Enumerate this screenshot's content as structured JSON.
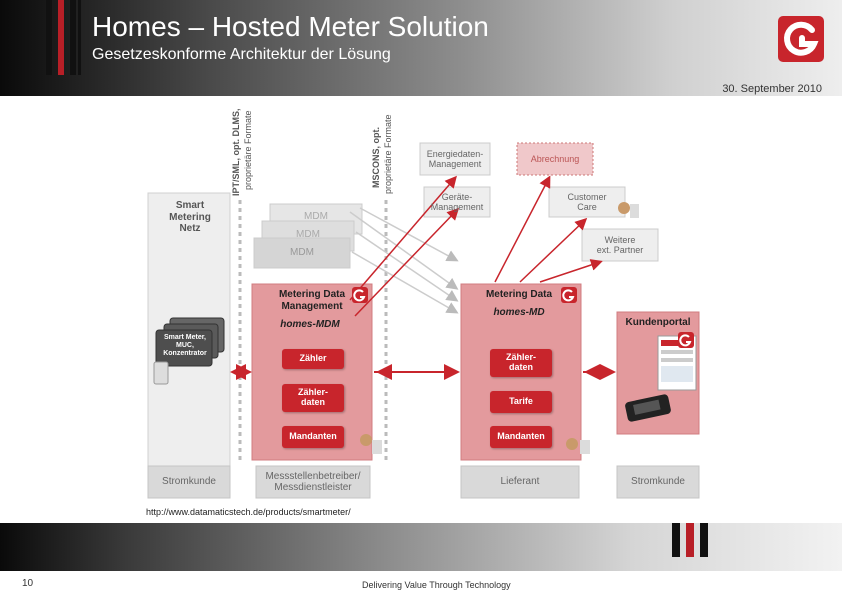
{
  "header": {
    "title": "Homes – Hosted Meter Solution",
    "subtitle": "Gesetzeskonforme Architektur der Lösung",
    "date": "30. September 2010"
  },
  "diagram": {
    "protocol_left": "IPT/SML, opt. DLMS,",
    "protocol_left_2": "proprietäre Formate",
    "protocol_right": "MSCONS, opt.",
    "protocol_right_2": "proprietäre Formate",
    "smart_metering_netz": "Smart\nMetering\nNetz",
    "smart_meter_device": "Smart Meter,\nMUC,\nKonzentrator",
    "mdm_labels": [
      "MDM",
      "MDM",
      "MDM"
    ],
    "mdm_box": {
      "title": "Metering Data\nManagement",
      "subtitle": "homes-MDM",
      "buttons": [
        "Zähler",
        "Zähler-\ndaten",
        "Mandanten"
      ]
    },
    "md_box": {
      "title": "Metering Data",
      "subtitle": "homes-MD",
      "buttons": [
        "Zähler-\ndaten",
        "Tarife",
        "Mandanten"
      ]
    },
    "kundenportal": "Kundenportal",
    "top_boxes": {
      "energiedaten": "Energiedaten-\nManagement",
      "abrechnung": "Abrechnung",
      "geraete": "Geräte-\nManagement",
      "customer_care": "Customer\nCare",
      "partner": "Weitere\next. Partner"
    },
    "bottom_labels": {
      "stromkunde_left": "Stromkunde",
      "messstellen": "Messstellenbetreiber/\nMessdienstleister",
      "lieferant": "Lieferant",
      "stromkunde_right": "Stromkunde"
    },
    "colors": {
      "red": "#c8252c",
      "pink": "#e39a9d",
      "gray_box": "#d9d9d9",
      "light_gray": "#eeeeee"
    }
  },
  "footer": {
    "url": "http://www.datamaticstech.de/products/smartmeter/",
    "page_number": "10",
    "tagline": "Delivering Value Through Technology"
  }
}
